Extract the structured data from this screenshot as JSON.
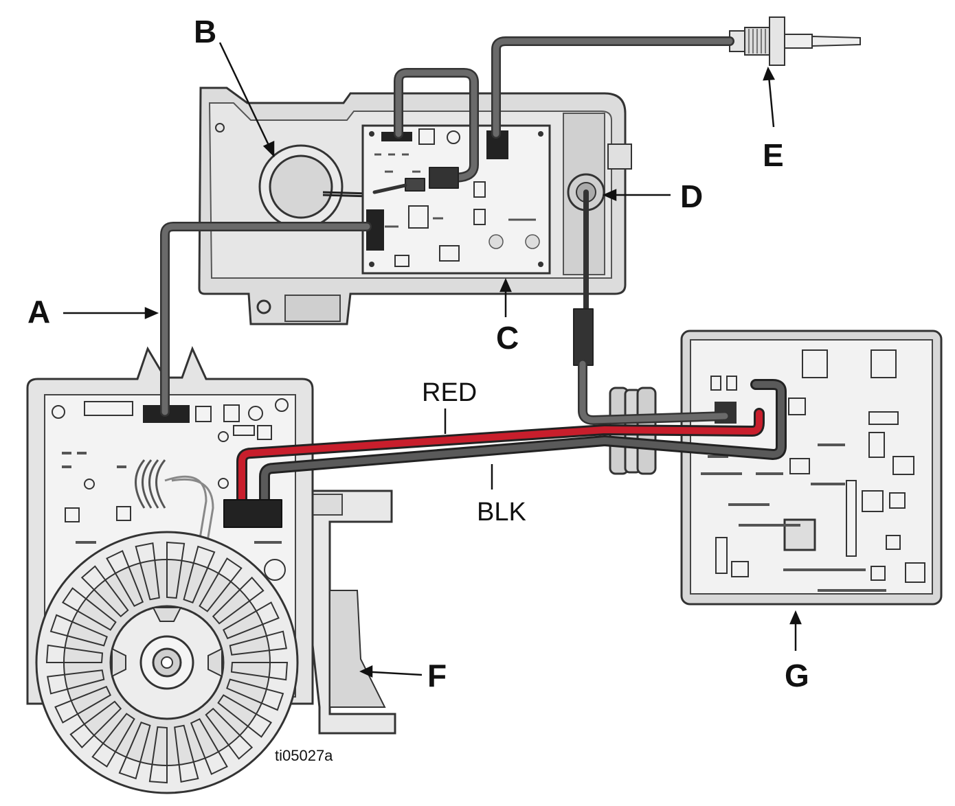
{
  "callouts": {
    "a": "A",
    "b": "B",
    "c": "C",
    "d": "D",
    "e": "E",
    "f": "F",
    "g": "G"
  },
  "wire_labels": {
    "red": "RED",
    "blk": "BLK"
  },
  "figure_id": "ti05027a",
  "colors": {
    "red_wire": "#c81e2c",
    "black_wire": "#4a4a4a",
    "housing_fill": "#d9d9d9",
    "housing_stroke": "#333333",
    "board_fill": "#f2f2f2"
  }
}
